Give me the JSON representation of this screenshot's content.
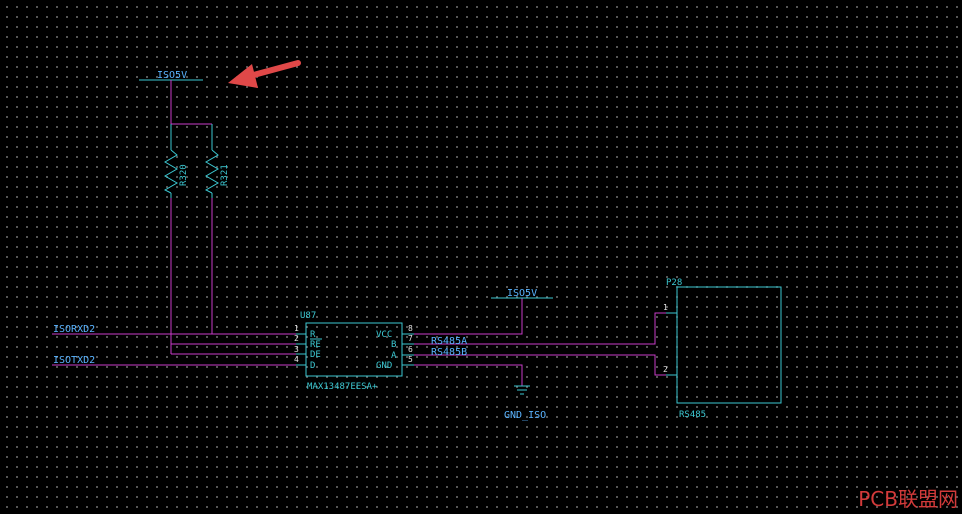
{
  "nets": {
    "iso5v_top": "ISO5V",
    "iso5v_vcc": "ISO5V",
    "gnd": "GND_ISO",
    "isorxd": "ISORXD2",
    "isotxd": "ISOTXD2",
    "rs485a": "RS485A",
    "rs485b": "RS485B"
  },
  "resistors": {
    "r1": "R320",
    "r2": "R321"
  },
  "ic": {
    "ref": "U87",
    "value": "MAX13487EESA+",
    "left_pins": [
      {
        "num": "1",
        "name": "R"
      },
      {
        "num": "2",
        "name": "RE"
      },
      {
        "num": "3",
        "name": "DE"
      },
      {
        "num": "4",
        "name": "D"
      }
    ],
    "right_pins": [
      {
        "num": "8",
        "name": "VCC"
      },
      {
        "num": "7",
        "name": "B"
      },
      {
        "num": "6",
        "name": "A"
      },
      {
        "num": "5",
        "name": "GND"
      }
    ]
  },
  "connector": {
    "ref": "P28",
    "value": "RS485",
    "pins": [
      "1",
      "2"
    ]
  },
  "watermark": "PCB联盟网",
  "colors": {
    "wire": "#c83cc8",
    "component": "#3cc8d2",
    "net_label": "#5ab4ff",
    "arrow": "#e04848"
  }
}
